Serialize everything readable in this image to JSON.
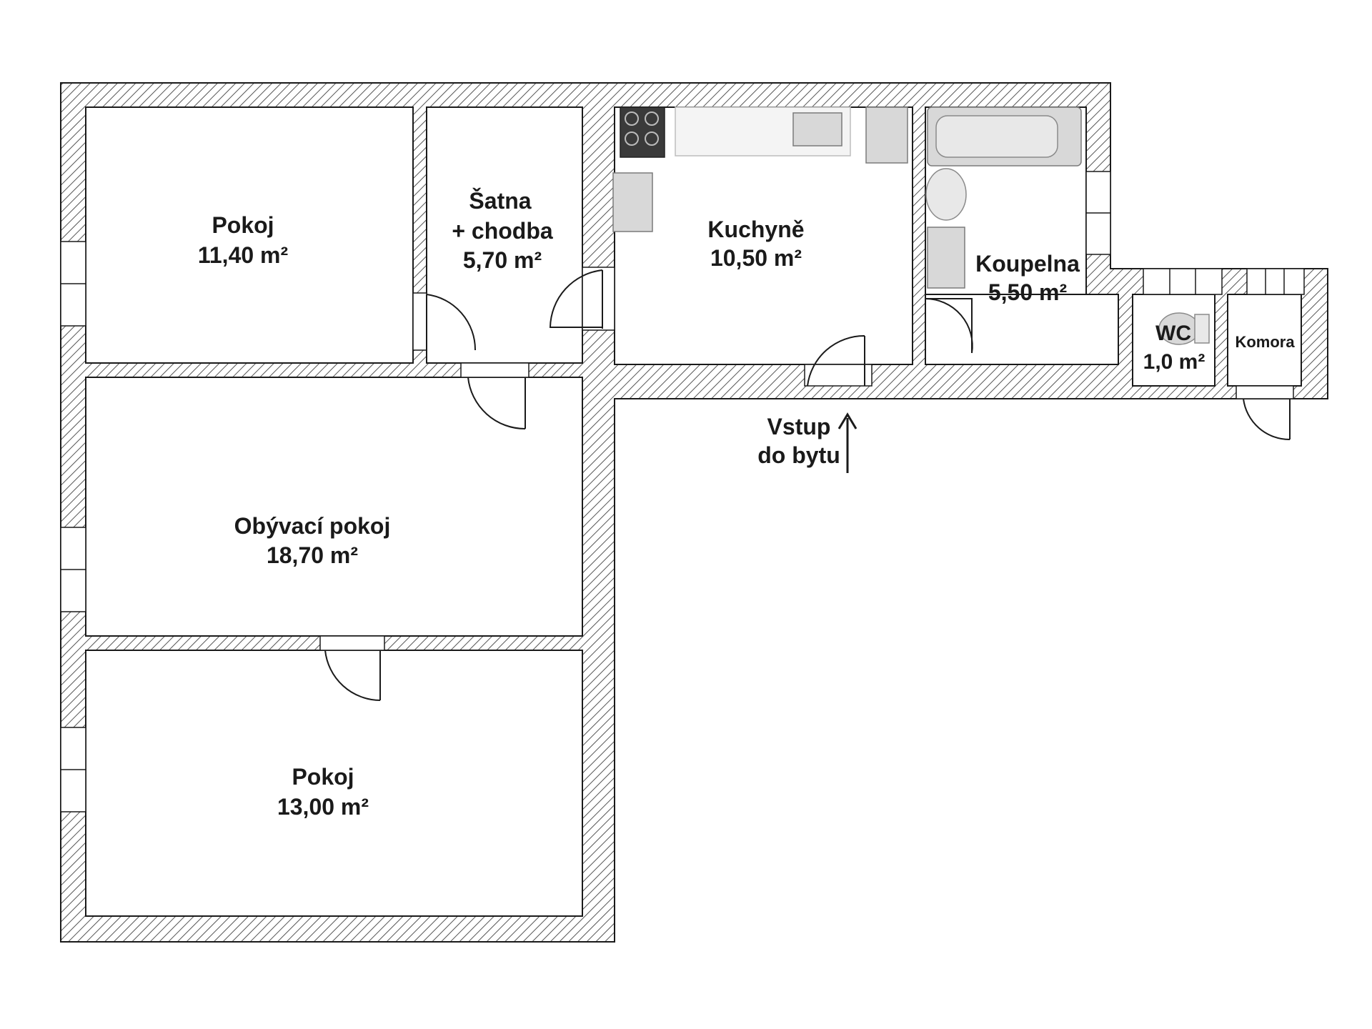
{
  "rooms": {
    "bedroom_top": {
      "name": "Pokoj",
      "area": "11,40 m²"
    },
    "wardrobe": {
      "name_line1": "Šatna",
      "name_line2": "+ chodba",
      "area": "5,70 m²"
    },
    "kitchen": {
      "name": "Kuchyně",
      "area": "10,50 m²"
    },
    "bathroom": {
      "name": "Koupelna",
      "area": "5,50 m²"
    },
    "wc": {
      "name": "WC",
      "area": "1,0 m²"
    },
    "pantry": {
      "name": "Komora"
    },
    "living_room": {
      "name": "Obývací pokoj",
      "area": "18,70 m²"
    },
    "bedroom_bottom": {
      "name": "Pokoj",
      "area": "13,00 m²"
    }
  },
  "entrance": {
    "line1": "Vstup",
    "line2": "do bytu"
  },
  "colors": {
    "wall_hatch": "#555555",
    "fixture": "#d8d8d8",
    "text": "#1a1a1a"
  }
}
